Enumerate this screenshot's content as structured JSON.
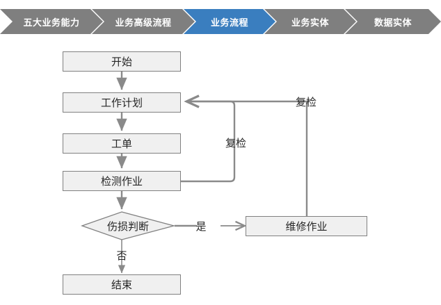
{
  "breadcrumb": {
    "accent_active": "#3a7ebf",
    "accent_inactive": "#7f7f7f",
    "items": [
      {
        "label": "五大业务能力",
        "active": false
      },
      {
        "label": "业务高级流程",
        "active": false
      },
      {
        "label": "业务流程",
        "active": true
      },
      {
        "label": "业务实体",
        "active": false
      },
      {
        "label": "数据实体",
        "active": false
      }
    ]
  },
  "flowchart": {
    "type": "flowchart",
    "node_fill": "#f0f0f0",
    "node_stroke": "#808080",
    "connector_color": "#808080",
    "nodes": [
      {
        "id": "start",
        "label": "开始",
        "shape": "rectangle"
      },
      {
        "id": "plan",
        "label": "工作计划",
        "shape": "rectangle"
      },
      {
        "id": "order",
        "label": "工单",
        "shape": "rectangle"
      },
      {
        "id": "inspect",
        "label": "检测作业",
        "shape": "rectangle"
      },
      {
        "id": "decide",
        "label": "伤损判断",
        "shape": "diamond"
      },
      {
        "id": "repair",
        "label": "维修作业",
        "shape": "rectangle"
      },
      {
        "id": "end",
        "label": "结束",
        "shape": "rectangle"
      }
    ],
    "edges": [
      {
        "from": "start",
        "to": "plan",
        "label": ""
      },
      {
        "from": "plan",
        "to": "order",
        "label": ""
      },
      {
        "from": "order",
        "to": "inspect",
        "label": ""
      },
      {
        "from": "inspect",
        "to": "decide",
        "label": ""
      },
      {
        "from": "inspect",
        "to": "plan",
        "label": "复检"
      },
      {
        "from": "decide",
        "to": "repair",
        "label": "是"
      },
      {
        "from": "decide",
        "to": "end",
        "label": "否"
      },
      {
        "from": "repair",
        "to": "plan",
        "label": "复检"
      }
    ],
    "labels": {
      "recheck_inner": "复检",
      "recheck_outer": "复检",
      "yes": "是",
      "no": "否"
    }
  }
}
